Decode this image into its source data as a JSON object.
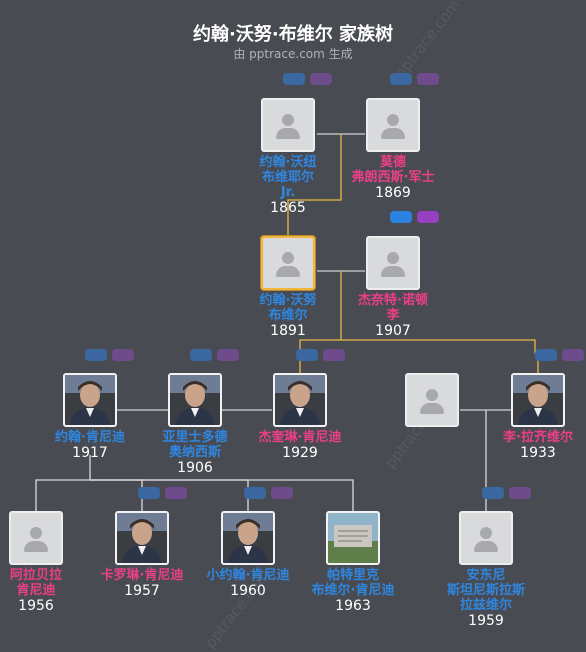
{
  "header": {
    "title": "约翰·沃努·布维尔 家族树",
    "subtitle": "由 pptrace.com 生成"
  },
  "watermark": "pptrace.com",
  "colors": {
    "male": "#2f86e0",
    "female": "#ec3f86",
    "line": "#e8b846",
    "focus": "#f0b640"
  },
  "people": [
    {
      "id": "p1",
      "name": [
        "约翰·沃纽",
        "布维耶尔",
        "Jr."
      ],
      "year": "1865",
      "gender": "m",
      "photo": "placeholder",
      "buttons": true
    },
    {
      "id": "p2",
      "name": [
        "莫德",
        "弗朗西斯·军士"
      ],
      "year": "1869",
      "gender": "f",
      "photo": "placeholder",
      "buttons": true
    },
    {
      "id": "p3",
      "name": [
        "约翰·沃努",
        "布维尔"
      ],
      "year": "1891",
      "gender": "m",
      "photo": "placeholder",
      "focus": true
    },
    {
      "id": "p4",
      "name": [
        "杰奈特·诺顿",
        "李"
      ],
      "year": "1907",
      "gender": "f",
      "photo": "placeholder",
      "buttons": true
    },
    {
      "id": "p5",
      "name": [
        "约翰·肯尼迪"
      ],
      "year": "1917",
      "gender": "m",
      "photo": "portrait",
      "buttons": true
    },
    {
      "id": "p6",
      "name": [
        "亚里士多德",
        "奥纳西斯"
      ],
      "year": "1906",
      "gender": "m",
      "photo": "portrait",
      "buttons": true
    },
    {
      "id": "p7",
      "name": [
        "杰奎琳·肯尼迪"
      ],
      "year": "1929",
      "gender": "f",
      "photo": "portrait",
      "buttons": true
    },
    {
      "id": "p8",
      "name": [],
      "year": "",
      "gender": "m",
      "photo": "placeholder"
    },
    {
      "id": "p9",
      "name": [
        "李·拉齐维尔"
      ],
      "year": "1933",
      "gender": "f",
      "photo": "portrait",
      "buttons": true
    },
    {
      "id": "p10",
      "name": [
        "阿拉贝拉",
        "肯尼迪"
      ],
      "year": "1956",
      "gender": "f",
      "photo": "placeholder"
    },
    {
      "id": "p11",
      "name": [
        "卡罗琳·肯尼迪"
      ],
      "year": "1957",
      "gender": "f",
      "photo": "portrait",
      "buttons": true
    },
    {
      "id": "p12",
      "name": [
        "小约翰·肯尼迪"
      ],
      "year": "1960",
      "gender": "m",
      "photo": "portrait",
      "buttons": true
    },
    {
      "id": "p13",
      "name": [
        "帕特里克",
        "布维尔·肯尼迪"
      ],
      "year": "1963",
      "gender": "m",
      "photo": "grave"
    },
    {
      "id": "p14",
      "name": [
        "安东尼",
        "斯坦尼斯拉斯",
        "拉兹维尔"
      ],
      "year": "1959",
      "gender": "m",
      "photo": "placeholder",
      "buttons": true
    }
  ]
}
